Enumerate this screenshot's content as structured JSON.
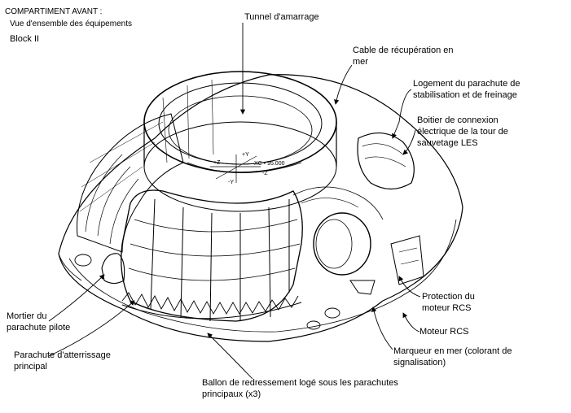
{
  "title": {
    "line1": "COMPARTIMENT AVANT :",
    "line2": "Vue d'ensemble des équipements",
    "line3": "Block II"
  },
  "labels": {
    "tunnel": "Tunnel d'amarrage",
    "cable": "Cable de récupération en\nmer",
    "logement": "Logement du parachute de\nstabilisation et de freinage",
    "boitier": "Boitier de connexion\nélectrique de la tour de\nsauvetage LES",
    "protection": "Protection du\nmoteur RCS",
    "moteur": "Moteur RCS",
    "marqueur": "Marqueur en mer (colorant de\nsignalisation)",
    "ballon": "Ballon de redressement logé sous les parachutes\nprincipaux (x3)",
    "atterrissage": "Parachute d'atterrissage\nprincipal",
    "mortier": "Mortier du\nparachute pilote"
  },
  "markings": {
    "plus_y": "+Y",
    "plus_z": "+Z",
    "minus_z": "-Z",
    "minus_y": "-Y",
    "station": "XC • 95.000"
  }
}
